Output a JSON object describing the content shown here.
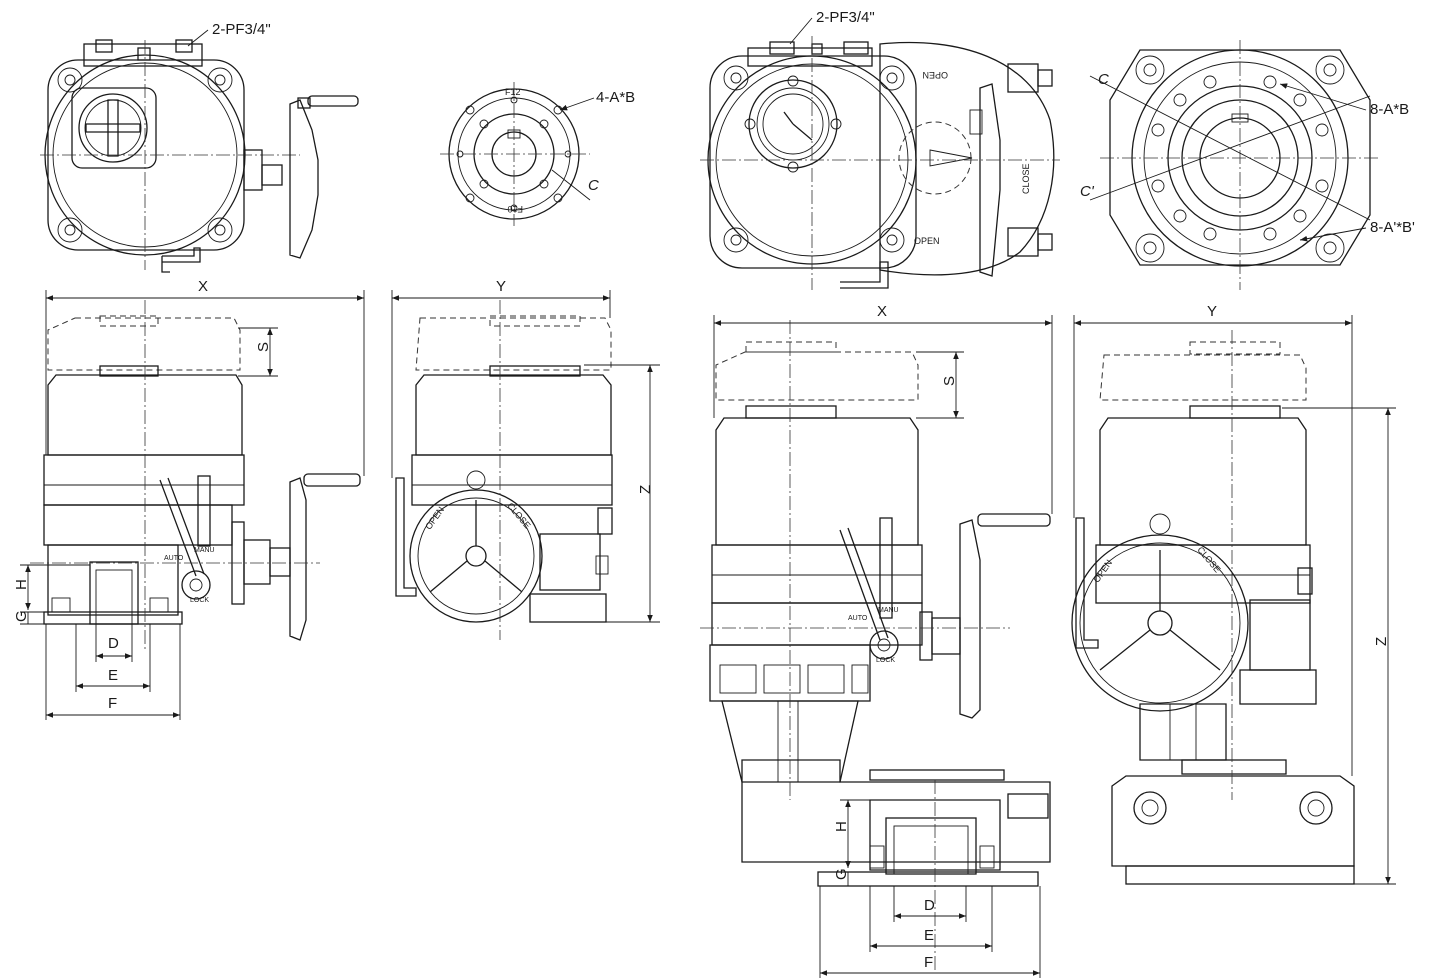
{
  "left_assembly": {
    "conduit_callout": "2-PF3/4\"",
    "flange_bolts_callout": "4-A*B",
    "flange_labels": [
      "F12",
      "F10"
    ],
    "pcd_label": "C",
    "dims": {
      "x": "X",
      "y": "Y",
      "s": "S",
      "z": "Z",
      "h": "H",
      "g": "G",
      "d": "D",
      "e": "E",
      "f": "F"
    },
    "handwheel_labels": {
      "open": "OPEN",
      "close": "CLOSE"
    },
    "lever_labels": {
      "auto": "AUTO",
      "manu": "MANU",
      "lock": "LOCK"
    }
  },
  "right_assembly": {
    "conduit_callout": "2-PF3/4\"",
    "indicator_labels": {
      "open_top": "OPEN",
      "close_side": "CLOSE",
      "open_bottom": "OPEN"
    },
    "pcd_labels": [
      "C",
      "C'"
    ],
    "bolt_callouts": [
      "8-A*B",
      "8-A'*B'"
    ],
    "dims": {
      "x": "X",
      "y": "Y",
      "s": "S",
      "z": "Z",
      "h": "H",
      "g": "G",
      "d": "D",
      "e": "E",
      "f": "F"
    },
    "handwheel_labels": {
      "open": "OPEN",
      "close": "CLOSE"
    },
    "lever_labels": {
      "auto": "AUTO",
      "manu": "MANU",
      "lock": "LOCK"
    }
  }
}
